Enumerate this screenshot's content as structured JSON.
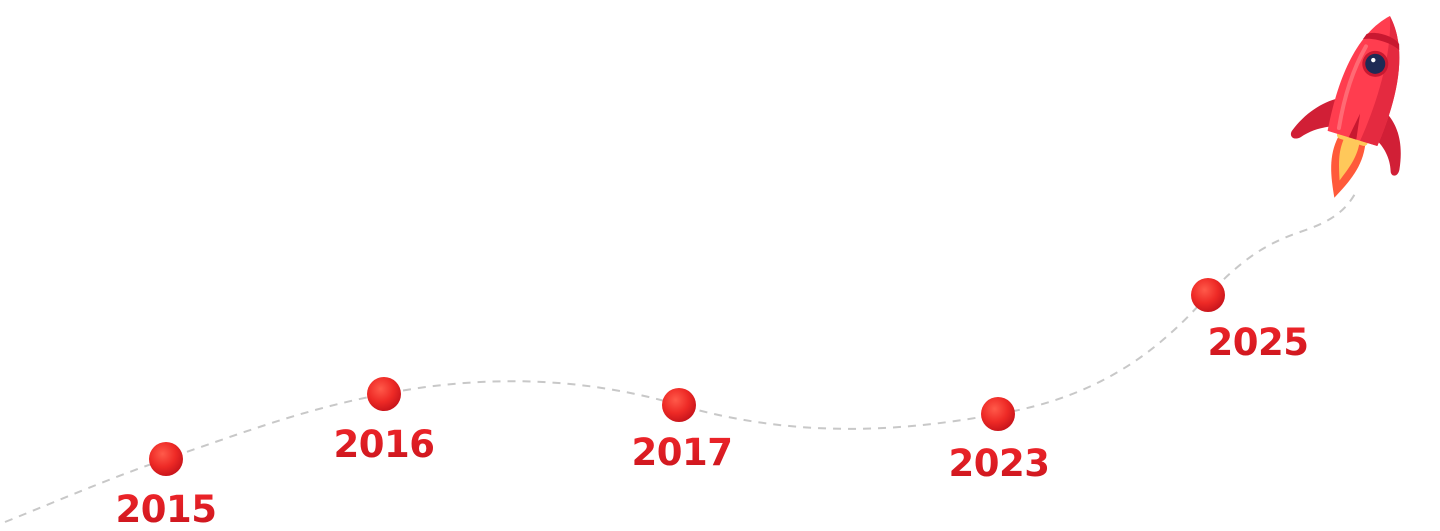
{
  "timeline": {
    "milestones": [
      {
        "year": "2015"
      },
      {
        "year": "2016"
      },
      {
        "year": "2017"
      },
      {
        "year": "2023"
      },
      {
        "year": "2025"
      }
    ]
  },
  "colors": {
    "accent": "#e01a22",
    "accent_light": "#ff4a3d",
    "accent_dark": "#c4121a",
    "path": "#c8c8c8",
    "rocket_body": "#ff3d4f",
    "rocket_dark": "#d11f36",
    "rocket_light": "#ff6a74",
    "flame_outer": "#ff5a3a",
    "flame_inner": "#ffc85a",
    "window": "#1e2a55"
  },
  "icons": {
    "rocket": "rocket-icon",
    "milestone": "milestone-dot-icon"
  }
}
